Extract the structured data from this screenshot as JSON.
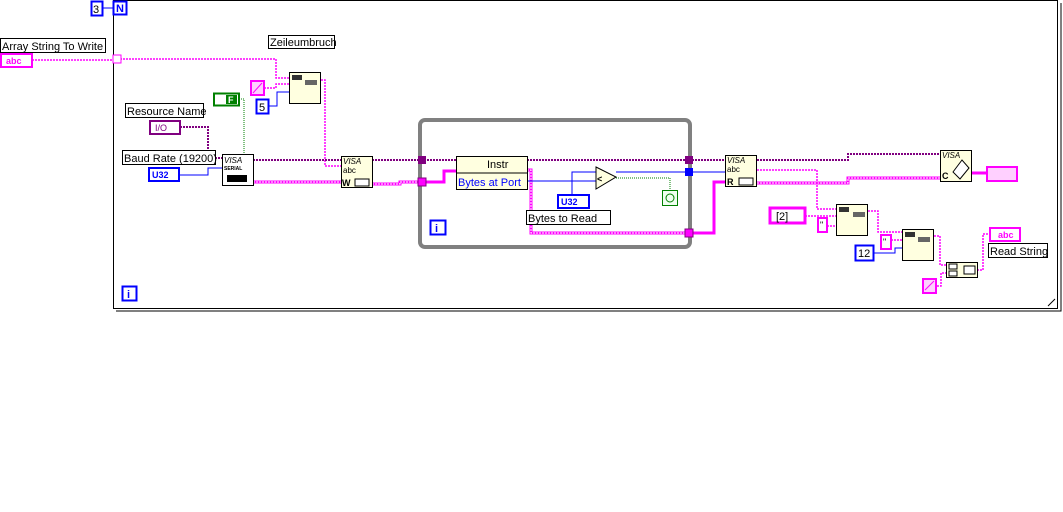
{
  "diagram": {
    "for_loop": {
      "count_constant": "3",
      "count_terminal": "N",
      "iteration_terminal": "i"
    },
    "while_loop": {
      "iteration_terminal": "i"
    },
    "labels": {
      "array_string_to_write": "Array String To Write",
      "zeilenumbruch": "Zeileumbruch",
      "resource_name": "Resource Name",
      "baud_rate": "Baud Rate (19200)",
      "bytes_to_read": "Bytes to Read",
      "read_string": "Read String"
    },
    "controls": {
      "array_string": "abc",
      "resource": "I/O",
      "baud_type": "U32",
      "bytes_type": "U32",
      "read_string_type": "abc"
    },
    "constants": {
      "bool": "F",
      "five": "5",
      "twelve": "12",
      "array_index": "[2]",
      "empty_string_1": "\"",
      "empty_string_2": "\""
    },
    "nodes": {
      "visa_serial": {
        "title": "VISA",
        "sub": "SERIAL"
      },
      "visa_write": {
        "title": "VISA",
        "text": "abc",
        "mode": "W"
      },
      "property_node": {
        "class": "Instr",
        "property": "Bytes at Port"
      },
      "visa_read": {
        "title": "VISA",
        "text": "abc",
        "mode": "R"
      },
      "visa_close": {
        "title": "VISA",
        "mode": "C"
      }
    },
    "colors": {
      "string": "#ff00ff",
      "visa": "#800080",
      "numeric": "#0000ff",
      "boolean": "#008000",
      "loop": "#808080"
    }
  }
}
